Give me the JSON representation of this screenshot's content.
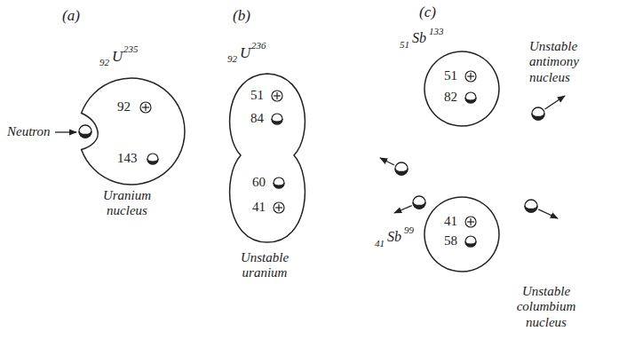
{
  "diagram": {
    "nodes": [
      {
        "text": [
          "92",
          "143",
          "Uranium nucleus"
        ]
      },
      {
        "text": [
          "51",
          "84",
          "60",
          "41",
          "Unstable uranium"
        ]
      },
      {
        "text": [
          "51",
          "82",
          "Unstable antimony nucleus"
        ]
      },
      {
        "text": [
          "41",
          "58",
          "Unstable columbium nucleus"
        ]
      }
    ],
    "labels": [
      "(a)",
      "(b)",
      "(c)",
      "92",
      "U",
      "235",
      "Neutron",
      "92",
      "U",
      "236",
      "51",
      "Sb",
      "133",
      "41",
      "Sb",
      "99"
    ]
  }
}
